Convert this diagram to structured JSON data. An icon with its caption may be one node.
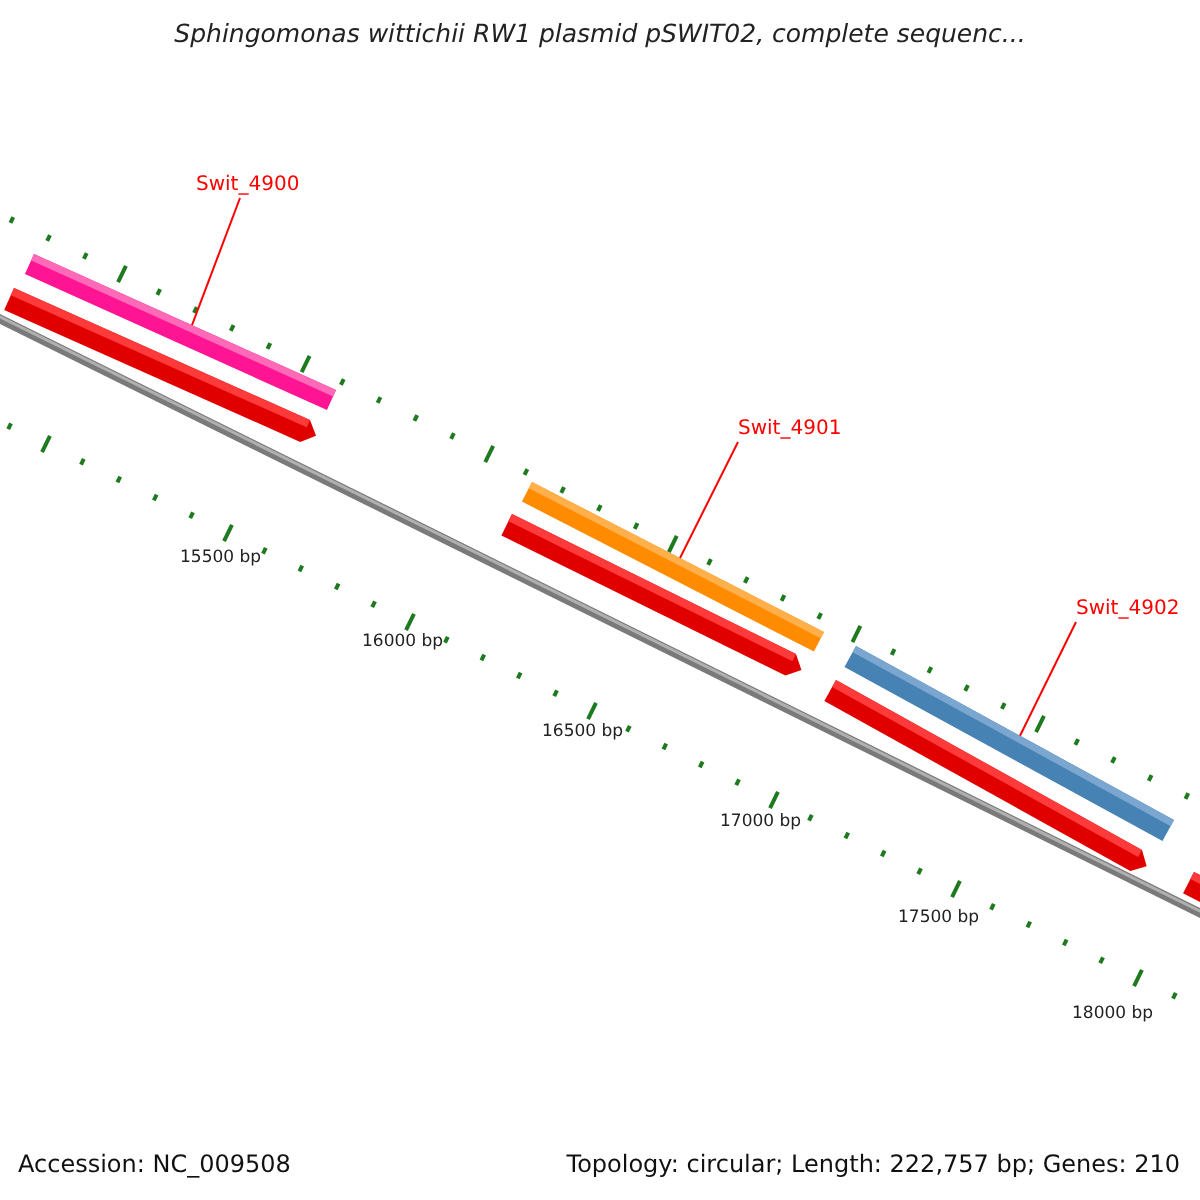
{
  "diagram": {
    "title": "Sphingomonas wittichii RW1 plasmid pSWIT02, complete sequenc...",
    "nodes": [
      {
        "text": [
          "Swit_4900"
        ]
      },
      {
        "text": [],
        "shape": "bar"
      },
      {
        "text": [
          "Swit_4901"
        ]
      },
      {
        "text": [],
        "shape": "bar"
      },
      {
        "text": [
          "Swit_4902"
        ]
      },
      {
        "text": [],
        "shape": "bar"
      }
    ],
    "edges": [
      {
        "from": 0,
        "to": 1,
        "arrow": "none"
      },
      {
        "from": 2,
        "to": 3,
        "arrow": "none"
      },
      {
        "from": 4,
        "to": 5,
        "arrow": "none"
      }
    ],
    "labels": [
      "15500 bp",
      "16000 bp",
      "16500 bp",
      "17000 bp",
      "17500 bp",
      "18000 bp",
      "Accession: NC_009508",
      "Topology: circular; Length: 222,757 bp; Genes: 210"
    ]
  }
}
